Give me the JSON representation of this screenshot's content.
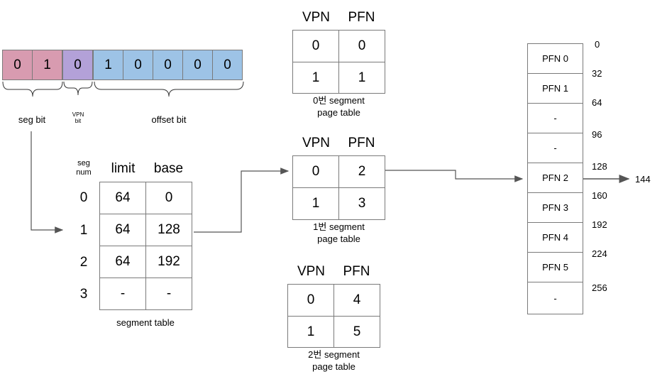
{
  "address": {
    "bits": [
      {
        "value": "0",
        "kind": "seg"
      },
      {
        "value": "1",
        "kind": "seg"
      },
      {
        "value": "0",
        "kind": "vpn"
      },
      {
        "value": "1",
        "kind": "off"
      },
      {
        "value": "0",
        "kind": "off"
      },
      {
        "value": "0",
        "kind": "off"
      },
      {
        "value": "0",
        "kind": "off"
      },
      {
        "value": "0",
        "kind": "off"
      }
    ],
    "seg_label": "seg bit",
    "vpn_label_line1": "VPN",
    "vpn_label_line2": "bit",
    "offset_label": "offset bit"
  },
  "segment_table": {
    "seg_header_line1": "seg",
    "seg_header_line2": "num",
    "limit_header": "limit",
    "base_header": "base",
    "rows": [
      {
        "num": "0",
        "limit": "64",
        "base": "0"
      },
      {
        "num": "1",
        "limit": "64",
        "base": "128"
      },
      {
        "num": "2",
        "limit": "64",
        "base": "192"
      },
      {
        "num": "3",
        "limit": "-",
        "base": "-"
      }
    ],
    "caption": "segment table"
  },
  "page_tables": [
    {
      "vpn_header": "VPN",
      "pfn_header": "PFN",
      "rows": [
        {
          "vpn": "0",
          "pfn": "0"
        },
        {
          "vpn": "1",
          "pfn": "1"
        }
      ],
      "caption_line1": "0번 segment",
      "caption_line2": "page table"
    },
    {
      "vpn_header": "VPN",
      "pfn_header": "PFN",
      "rows": [
        {
          "vpn": "0",
          "pfn": "2"
        },
        {
          "vpn": "1",
          "pfn": "3"
        }
      ],
      "caption_line1": "1번 segment",
      "caption_line2": "page table"
    },
    {
      "vpn_header": "VPN",
      "pfn_header": "PFN",
      "rows": [
        {
          "vpn": "0",
          "pfn": "4"
        },
        {
          "vpn": "1",
          "pfn": "5"
        }
      ],
      "caption_line1": "2번 segment",
      "caption_line2": "page table"
    }
  ],
  "memory": {
    "frames": [
      "PFN 0",
      "PFN 1",
      "-",
      "-",
      "PFN 2",
      "PFN 3",
      "PFN 4",
      "PFN 5",
      "-"
    ],
    "addresses": [
      "0",
      "32",
      "64",
      "96",
      "128",
      "160",
      "192",
      "224",
      "256"
    ],
    "result": "144"
  }
}
